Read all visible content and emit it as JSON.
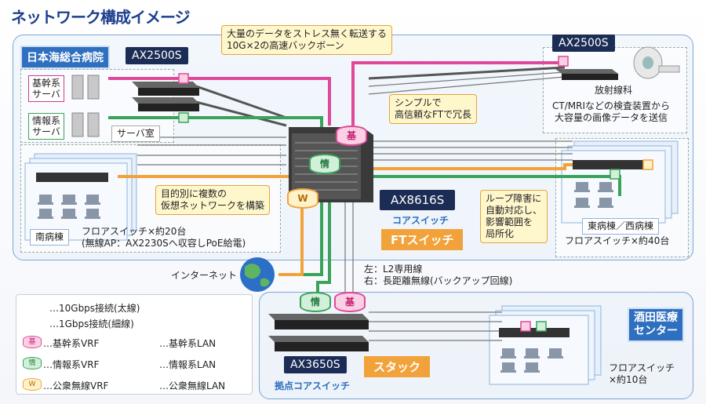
{
  "title": "ネットワーク構成イメージ",
  "hospital_label": "日本海総合病院",
  "sakata_label_1": "酒田医療",
  "sakata_label_2": "センター",
  "devices": {
    "ax2500s_left": "AX2500S",
    "ax2500s_right": "AX2500S",
    "ax8616s": "AX8616S",
    "core_switch": "コアスイッチ",
    "ft_switch": "FTスイッチ",
    "ax3650s": "AX3650S",
    "stack": "スタック",
    "base_core_switch": "拠点コアスイッチ"
  },
  "servers": {
    "core_1": "基幹系",
    "core_2": "サーバ",
    "info_1": "情報系",
    "info_2": "サーバ",
    "room": "サーバ室"
  },
  "callouts": {
    "backbone_1": "大量のデータをストレス無く転送する",
    "backbone_2": "10G×2の高速バックボーン",
    "ft_1": "シンプルで",
    "ft_2": "高信頼なFTで冗長",
    "vrf_1": "目的別に複数の",
    "vrf_2": "仮想ネットワークを構築",
    "loop_1": "ループ障害に",
    "loop_2": "自動対応し、",
    "loop_3": "影響範囲を",
    "loop_4": "局所化"
  },
  "radiology": {
    "name": "放射線科",
    "desc_1": "CT/MRIなどの検査装置から",
    "desc_2": "大容量の画像データを送信"
  },
  "south": {
    "name": "南病棟",
    "info_1": "フロアスイッチ×約20台",
    "info_2": "(無線AP：AX2230Sへ収容しPoE給電)"
  },
  "east": {
    "name": "東病棟／西病棟",
    "info": "フロアスイッチ×約40台"
  },
  "internet": "インターネット",
  "link_note_1": "左：L2専用線",
  "link_note_2": "右：長距離無線(バックアップ回線)",
  "sakata_floor_1": "フロアスイッチ",
  "sakata_floor_2": "×約10台",
  "badges": {
    "core": "基",
    "info": "情",
    "wireless": "W"
  },
  "legend": {
    "thick": "…10Gbps接続(太線)",
    "thin": "…1Gbps接続(細線)",
    "core_vrf": "…基幹系VRF",
    "core_lan": "…基幹系LAN",
    "info_vrf": "…情報系VRF",
    "info_lan": "…情報系LAN",
    "wireless_vrf": "…公衆無線VRF",
    "wireless_lan": "…公衆無線LAN"
  },
  "colors": {
    "core": "#e0489a",
    "info": "#3aa35a",
    "wireless": "#f2a23a",
    "cable": "#6b6b6b",
    "site_label": "#2e6fbf",
    "device_label": "#1c2d55"
  }
}
